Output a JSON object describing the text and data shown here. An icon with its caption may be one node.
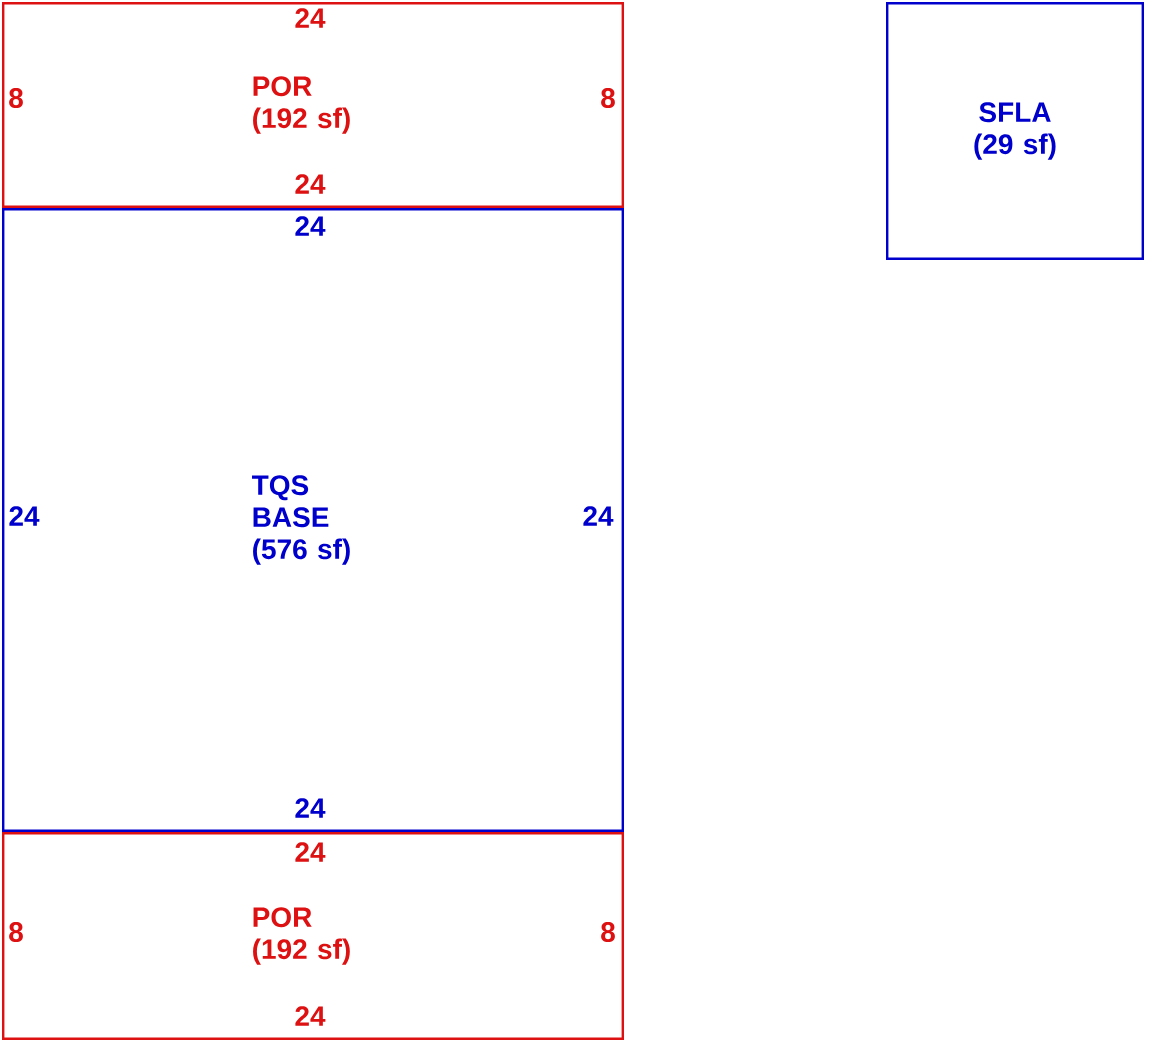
{
  "diagram": {
    "nodes": [
      {
        "text": [
          "POR (192 sf)"
        ]
      },
      {
        "text": [
          "TQS BASE (576 sf)"
        ]
      },
      {
        "text": [
          "POR (192 sf)"
        ]
      },
      {
        "text": [
          "SFLA (29 sf)"
        ]
      }
    ],
    "labels": [
      "24",
      "8",
      "8",
      "24",
      "24",
      "24",
      "24",
      "24",
      "24",
      "8",
      "8",
      "24"
    ]
  }
}
